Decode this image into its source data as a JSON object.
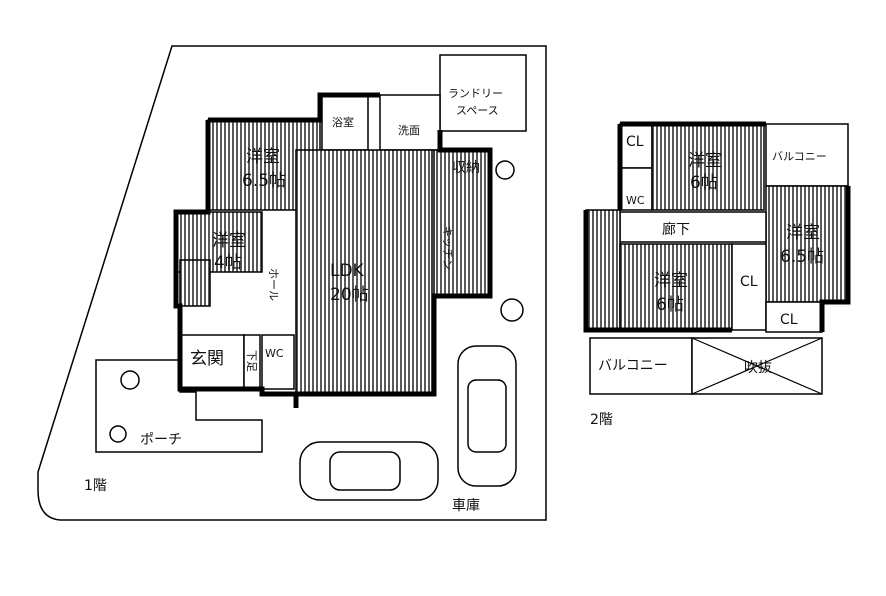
{
  "floor1": {
    "caption": "1階",
    "rooms": {
      "laundry_line1": "ランドリー",
      "laundry_line2": "スペース",
      "bath": "浴室",
      "washroom": "洗面",
      "western_a_name": "洋室",
      "western_a_size": "6.5帖",
      "western_b_name": "洋室",
      "western_b_size": "4帖",
      "ldk_name": "LDK",
      "ldk_size": "20帖",
      "storage": "収納",
      "hall": "ホール",
      "kitchen": "キッチン",
      "entrance": "玄関",
      "wc": "WC",
      "porch": "ポーチ",
      "garage": "車庫",
      "shoe_box": "下足"
    }
  },
  "floor2": {
    "caption": "2階",
    "rooms": {
      "cl_top": "CL",
      "wc": "WC",
      "western_a_name": "洋室",
      "western_a_size": "6帖",
      "balcony_top": "バルコニー",
      "corridor": "廊下",
      "western_b_name": "洋室",
      "western_b_size": "6.5帖",
      "western_c_name": "洋室",
      "western_c_size": "6帖",
      "cl_mid": "CL",
      "cl_bottom": "CL",
      "balcony_bottom": "バルコニー",
      "void": "吹抜"
    }
  },
  "colors": {
    "line": "#000000",
    "background": "#ffffff"
  }
}
